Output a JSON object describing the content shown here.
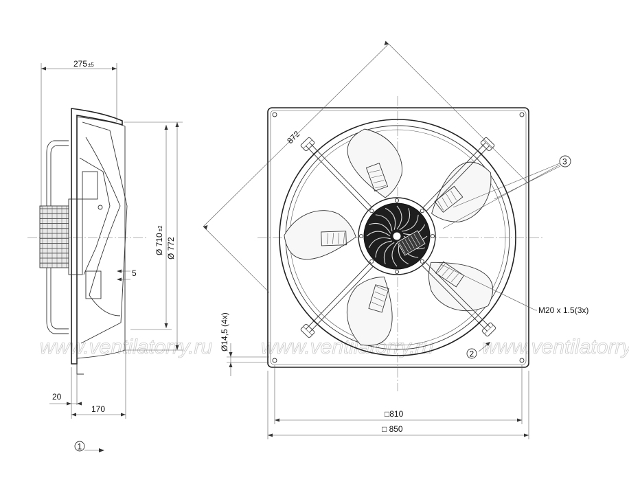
{
  "dimensions": {
    "depth": "275",
    "depth_tol": "±5",
    "blade_diameter": "Ø 710",
    "blade_diameter_tol": "±2",
    "housing_diameter": "Ø 772",
    "gap": "5",
    "flange": "20",
    "frame_depth": "170",
    "diagonal": "872",
    "hole": "Ø14,5 (4x)",
    "inner_square": "□810",
    "outer_square": "□ 850",
    "thread": "M20 x 1.5(3x)"
  },
  "callouts": {
    "airflow": "1",
    "rotation": "2",
    "lifting_eyes": "3"
  },
  "watermark": "www.ventilatorry.ru",
  "colors": {
    "line": "#333333",
    "motor": "#1e1e1e",
    "watermark": "#c9c9c9"
  }
}
